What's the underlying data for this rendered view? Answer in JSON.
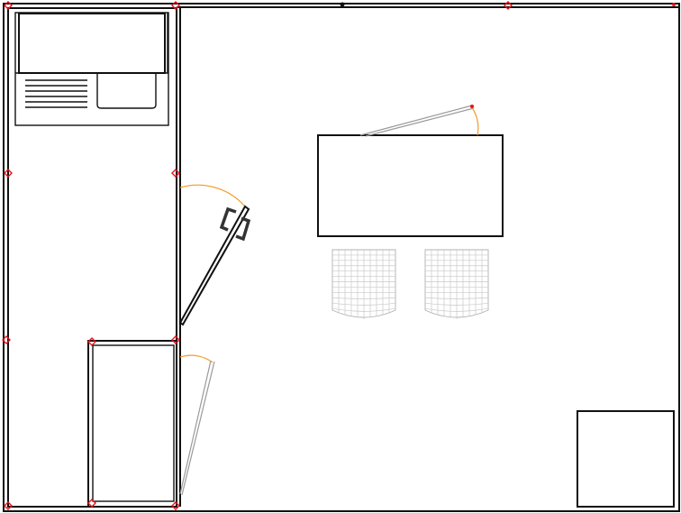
{
  "diagram": {
    "type": "floor-plan",
    "colors": {
      "wall": "#111111",
      "door_swing": "#f39a2a",
      "snap_marker": "#e3151b",
      "furniture_outline": "#9a9a9a",
      "chair_mesh": "#c9c9c9"
    },
    "elements": [
      "outer-walls",
      "inner-partition-wall",
      "kitchen-counter",
      "stove-burners",
      "sink",
      "interior-door",
      "door-handle",
      "closet-enclosure",
      "closet-door",
      "dining-table",
      "window-leaf",
      "chair-left",
      "chair-right",
      "cabinet-box",
      "snap-markers"
    ]
  }
}
